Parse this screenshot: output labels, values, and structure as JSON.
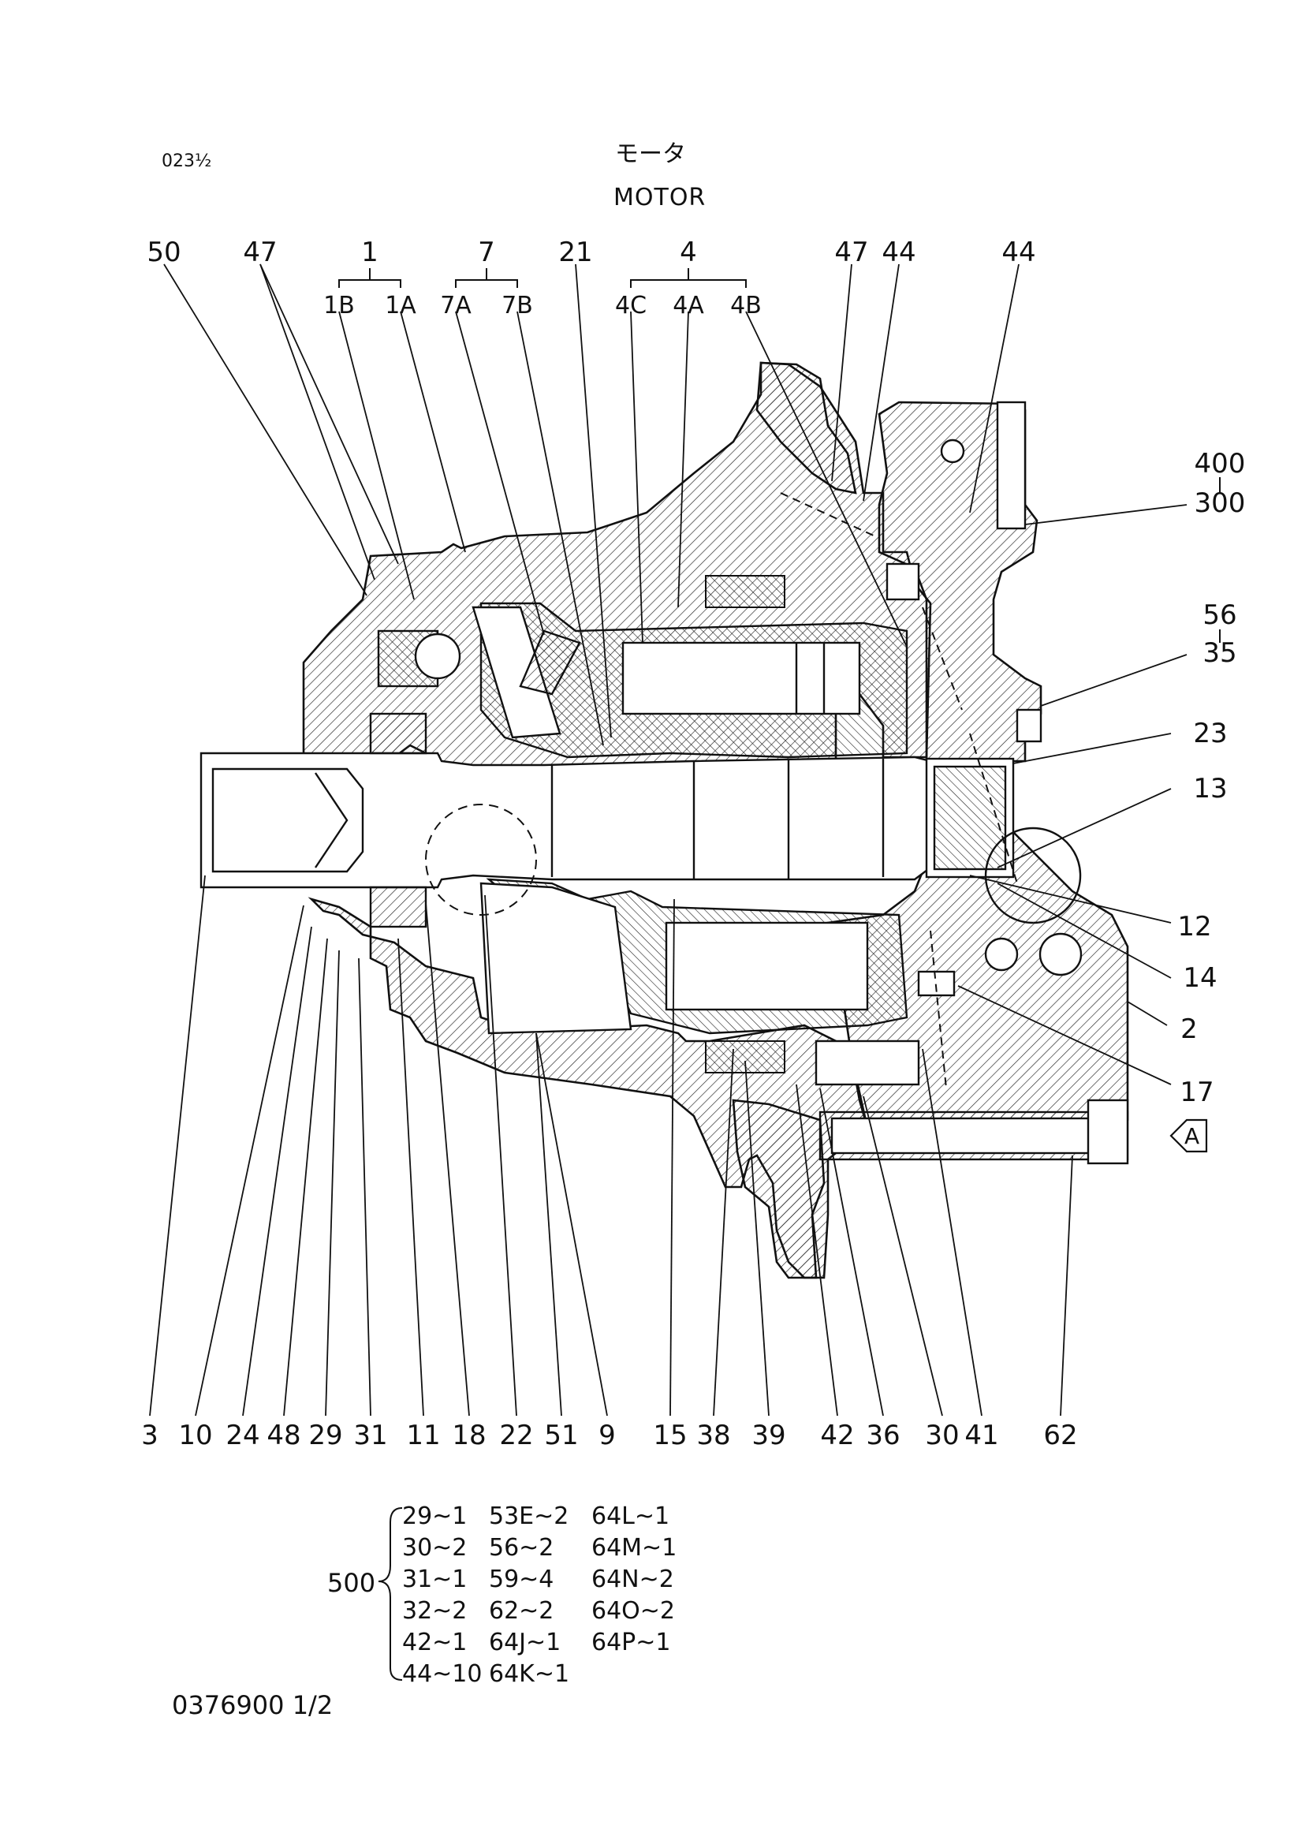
{
  "page_code": "023½",
  "title_jp": "モータ",
  "title_en": "MOTOR",
  "view_marker": "A",
  "top_callouts": [
    "50",
    "47",
    "1",
    "7",
    "21",
    "4",
    "47",
    "44",
    "44"
  ],
  "top_subs": [
    "1B",
    "1A",
    "7A",
    "7B",
    "4C",
    "4A",
    "4B"
  ],
  "right_callouts": [
    "400",
    "300",
    "56",
    "35",
    "23",
    "13",
    "12",
    "14",
    "2",
    "17"
  ],
  "bottom_callouts": [
    "3",
    "10",
    "24",
    "48",
    "29",
    "31",
    "11",
    "18",
    "22",
    "51",
    "9",
    "15",
    "38",
    "39",
    "42",
    "36",
    "30",
    "41",
    "62"
  ],
  "kit": {
    "number": "500",
    "col1": [
      "29~1",
      "30~2",
      "31~1",
      "32~2",
      "42~1",
      "44~10"
    ],
    "col2": [
      "53E~2",
      "56~2",
      "59~4",
      "62~2",
      "64J~1",
      "64K~1"
    ],
    "col3": [
      "64L~1",
      "64M~1",
      "64N~2",
      "64O~2",
      "64P~1"
    ]
  },
  "document_number": "0376900 1/2"
}
